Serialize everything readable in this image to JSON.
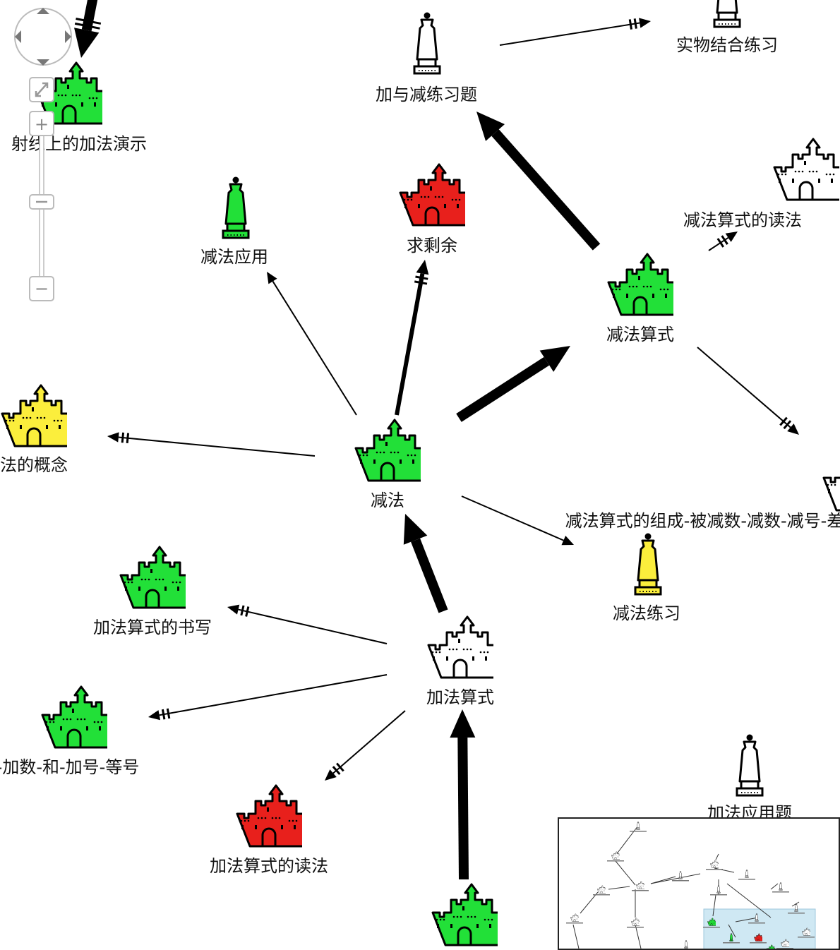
{
  "colors": {
    "green": "#22e038",
    "red": "#e8201c",
    "yellow": "#fbee3c",
    "white": "#ffffff",
    "stroke": "#000000",
    "viewport": "#cfe8f3"
  },
  "nodes": [
    {
      "id": "n_add_sub_practice",
      "label": "加与减练习题",
      "icon": "tower-icon",
      "color": "white"
    },
    {
      "id": "n_physical_practice",
      "label": "实物结合练习",
      "icon": "tower-icon",
      "color": "white"
    },
    {
      "id": "n_ray_addition",
      "label": "射线上的加法演示",
      "icon": "castle-icon",
      "color": "green"
    },
    {
      "id": "n_sub_application",
      "label": "减法应用",
      "icon": "tower-icon",
      "color": "green"
    },
    {
      "id": "n_remainder",
      "label": "求剩余",
      "icon": "castle-icon",
      "color": "red"
    },
    {
      "id": "n_sub_formula_read",
      "label": "减法算式的读法",
      "icon": "castle-icon",
      "color": "white"
    },
    {
      "id": "n_sub_formula",
      "label": "减法算式",
      "icon": "castle-icon",
      "color": "green"
    },
    {
      "id": "n_understand_sub",
      "label": "理解减法的概念",
      "icon": "castle-icon",
      "color": "yellow"
    },
    {
      "id": "n_subtraction",
      "label": "减法",
      "icon": "castle-icon",
      "color": "green"
    },
    {
      "id": "n_sub_formula_parts",
      "label": "减法算式的组成-被减数-减数-减号-差",
      "icon": "castle-icon",
      "color": "white"
    },
    {
      "id": "n_sub_practice",
      "label": "减法练习",
      "icon": "tower-icon",
      "color": "yellow"
    },
    {
      "id": "n_add_formula_write",
      "label": "加法算式的书写",
      "icon": "castle-icon",
      "color": "green"
    },
    {
      "id": "n_add_formula",
      "label": "加法算式",
      "icon": "castle-icon",
      "color": "white"
    },
    {
      "id": "n_add_formula_parts",
      "label": "加法算式的组成-加数-和-加号-等号",
      "icon": "castle-icon",
      "color": "green"
    },
    {
      "id": "n_add_formula_read",
      "label": "加法算式的读法",
      "icon": "castle-icon",
      "color": "red"
    },
    {
      "id": "n_add_application",
      "label": "加法应用题",
      "icon": "tower-icon",
      "color": "white"
    },
    {
      "id": "n_bottom",
      "label": "",
      "icon": "castle-icon",
      "color": "green"
    }
  ],
  "edges": [
    {
      "from": "n_sub_formula",
      "to": "n_add_sub_practice",
      "weight": "heavy"
    },
    {
      "from": "n_add_sub_practice",
      "to": "n_physical_practice",
      "weight": "light",
      "marked": true
    },
    {
      "from": "n_subtraction",
      "to": "n_sub_application",
      "weight": "light"
    },
    {
      "from": "n_subtraction",
      "to": "n_remainder",
      "weight": "medium",
      "marked": true
    },
    {
      "from": "n_subtraction",
      "to": "n_sub_formula",
      "weight": "heavy"
    },
    {
      "from": "n_sub_formula",
      "to": "n_sub_formula_read",
      "weight": "light",
      "marked": true
    },
    {
      "from": "n_sub_formula",
      "to": "n_sub_formula_parts",
      "weight": "light",
      "marked": true
    },
    {
      "from": "n_subtraction",
      "to": "n_understand_sub",
      "weight": "light",
      "marked": true
    },
    {
      "from": "n_subtraction",
      "to": "n_sub_practice",
      "weight": "light"
    },
    {
      "from": "n_add_formula",
      "to": "n_subtraction",
      "weight": "heavy"
    },
    {
      "from": "n_add_formula",
      "to": "n_add_formula_write",
      "weight": "light",
      "marked": true
    },
    {
      "from": "n_add_formula",
      "to": "n_add_formula_parts",
      "weight": "light",
      "marked": true
    },
    {
      "from": "n_add_formula",
      "to": "n_add_formula_read",
      "weight": "light",
      "marked": true
    },
    {
      "from": "n_bottom",
      "to": "n_add_formula",
      "weight": "heavy"
    },
    {
      "from": "offscreen_top_left",
      "to": "n_ray_addition",
      "weight": "heavy",
      "marked": true
    }
  ],
  "navigation": {
    "pan_up": "pan-up",
    "pan_down": "pan-down",
    "pan_left": "pan-left",
    "pan_right": "pan-right",
    "fit": "fit-to-screen",
    "zoom_in": "+",
    "zoom_out": "−"
  }
}
